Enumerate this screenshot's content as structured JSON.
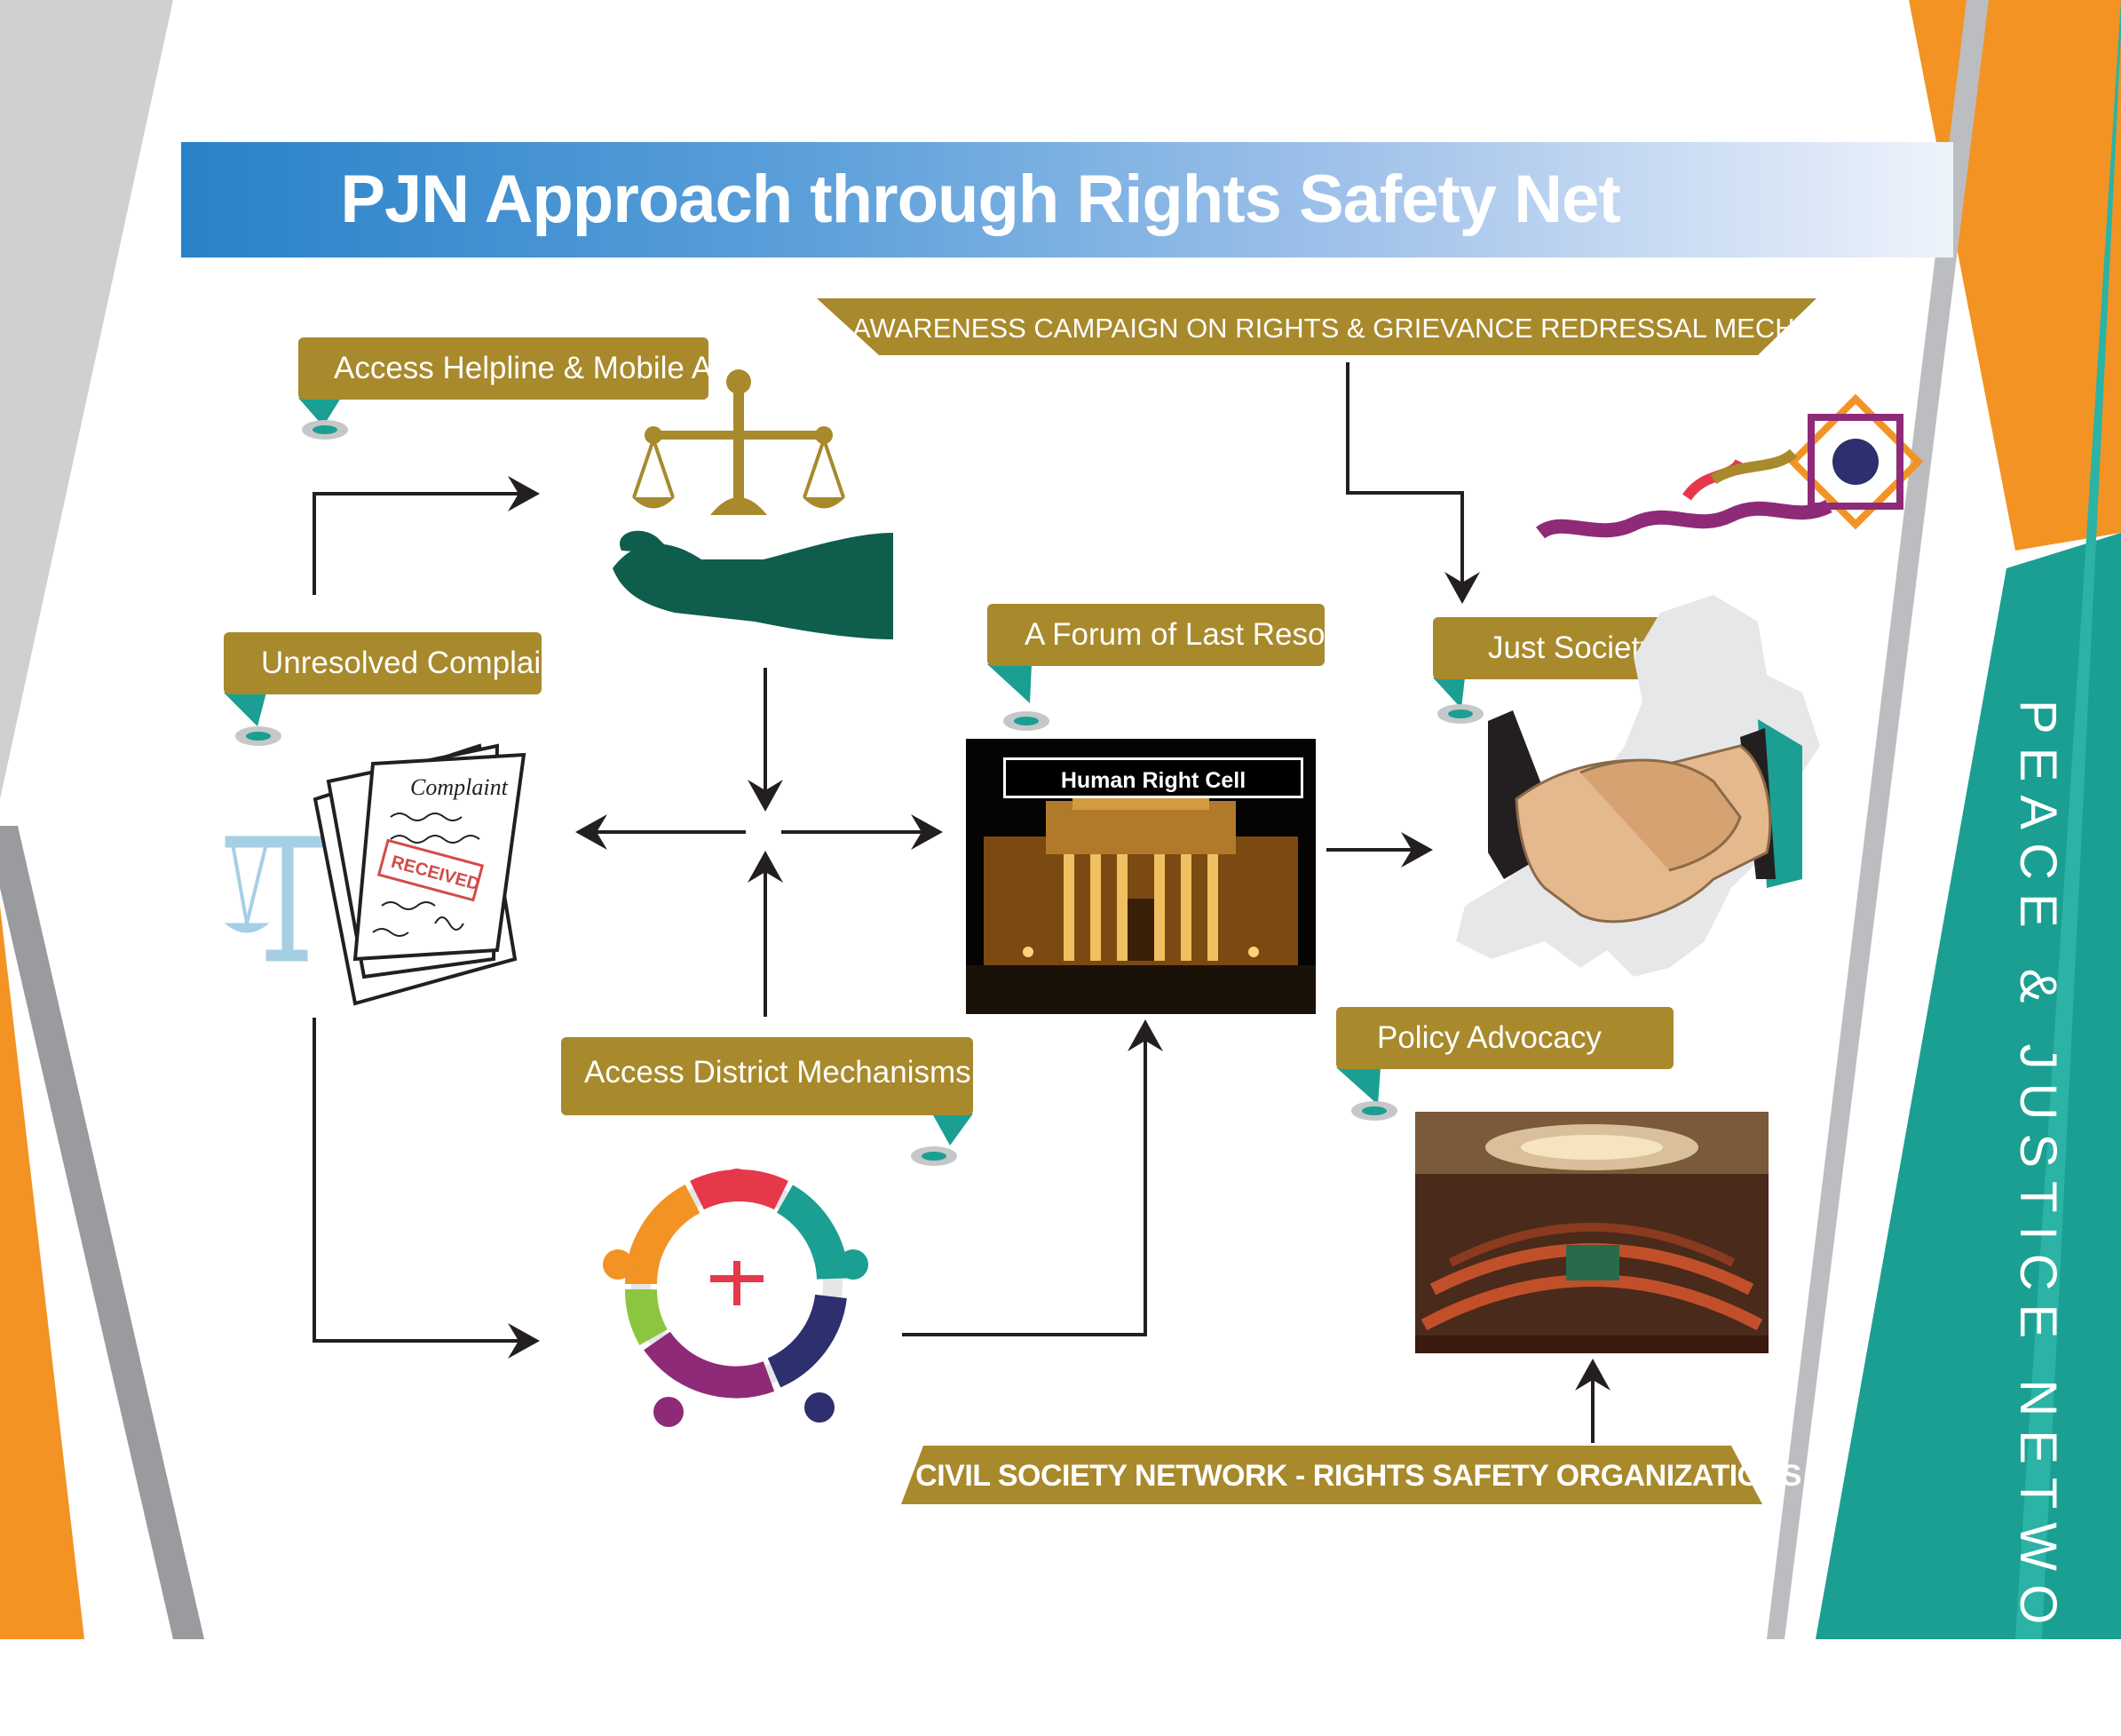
{
  "title": "PJN Approach through Rights Safety Net",
  "banners": {
    "awareness": "AWARENESS CAMPAIGN ON RIGHTS & GRIEVANCE REDRESSAL MECHANISMS",
    "civil_society": "CIVIL SOCIETY NETWORK - RIGHTS SAFETY ORGANIZATIONS"
  },
  "tags": {
    "helpline": "Access Helpline & Mobile App",
    "unresolved": "Unresolved Complaint",
    "forum": "A Forum of Last Resort",
    "just_society": "Just Society",
    "policy": "Policy Advocacy",
    "district": "Access District Mechanisms"
  },
  "human_right_cell_label": "Human Right Cell",
  "complaint_doc": {
    "heading": "Complaint",
    "stamp": "RECEIVED"
  },
  "side_label": "PEACE & JUSTICE NETWORK",
  "colors": {
    "gold": "#a8892c",
    "teal": "#1a9f92",
    "orange": "#f39324",
    "gray": "#9a9b9e",
    "dark_green": "#0f5e4d",
    "title_blue": "#2a82c8"
  },
  "icons": [
    "justice-scale-hand-icon",
    "complaint-documents-icon",
    "balance-scale-icon",
    "people-circle-icon",
    "handshake-icon",
    "pakistan-map-icon",
    "insaf-logo-icon",
    "parliament-photo-icon",
    "court-building-photo-icon"
  ]
}
